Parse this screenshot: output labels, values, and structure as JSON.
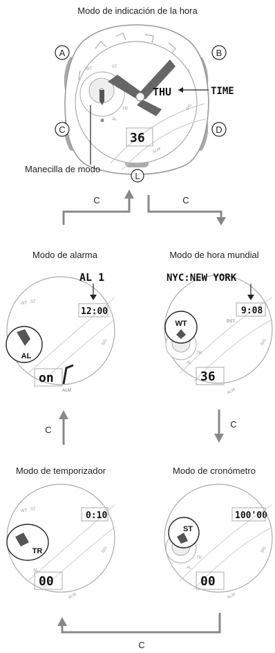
{
  "main_title": "Modo de indicación de la hora",
  "buttons": {
    "a": "A",
    "b": "B",
    "c": "C",
    "d": "D",
    "l": "L"
  },
  "main_watch": {
    "day": "THU",
    "time_pointer": "TIME",
    "digits": "36",
    "mode_hand_label": "Manecilla de modo",
    "subdial": {
      "wt": "WT",
      "st": "ST",
      "tr": "TR",
      "al": "AL"
    },
    "bezel": {
      "sig": "SIG",
      "alm": "ALM"
    }
  },
  "arrows": {
    "left": "C",
    "right": "C",
    "down": "C",
    "up": "C",
    "bottom": "C"
  },
  "modes": {
    "alarm": {
      "title": "Modo de alarma",
      "label": "AL 1",
      "time": "12:00",
      "status": "on",
      "circle": "AL",
      "alm": "ALM",
      "sig": "SIG",
      "wt": "WT",
      "st": "ST"
    },
    "world": {
      "title": "Modo de hora mundial",
      "label": "NYC:NEW YORK",
      "time": "9:08",
      "dst": "DST",
      "digits": "36",
      "circle": "WT",
      "tr": "TR",
      "al": "AL",
      "alm": "ALM",
      "sig": "SIG"
    },
    "timer": {
      "title": "Modo de temporizador",
      "time": "0:10",
      "digits": "00",
      "circle": "TR",
      "wt": "WT",
      "st": "ST",
      "al": "AL",
      "alm": "ALM",
      "sig": "SIG"
    },
    "stopwatch": {
      "title": "Modo de cronómetro",
      "time": "100'00",
      "digits": "00",
      "circle": "ST",
      "tr": "TR",
      "al": "AL",
      "alm": "ALM",
      "sig": "SIG"
    }
  }
}
